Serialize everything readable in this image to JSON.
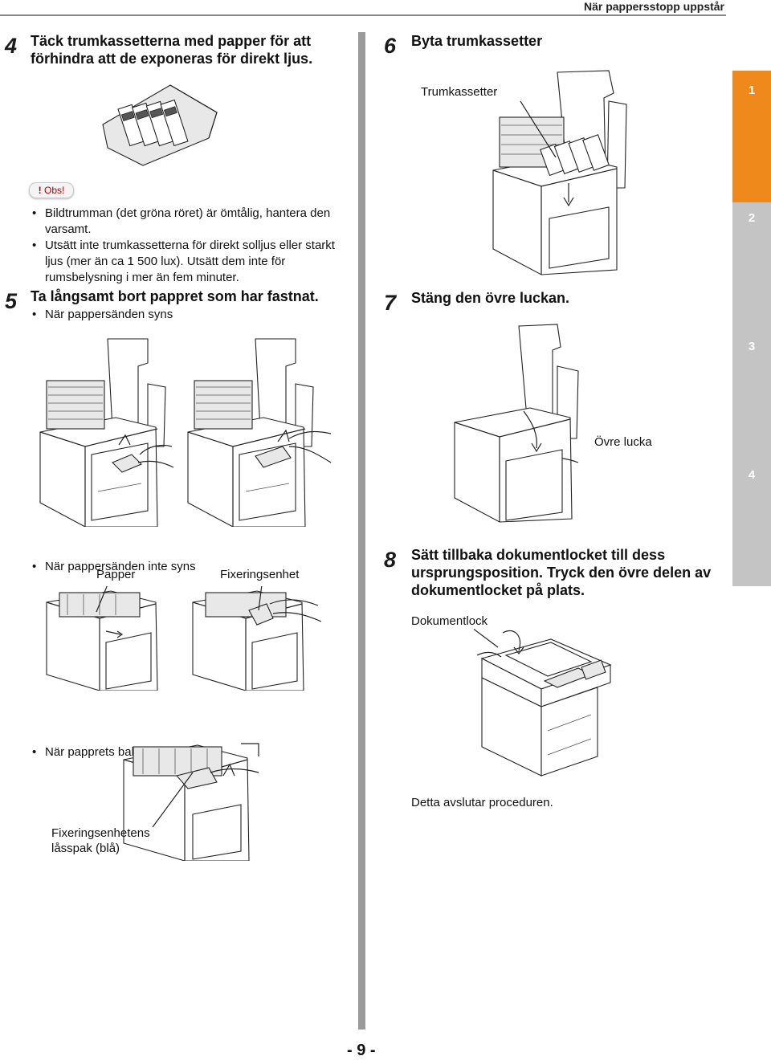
{
  "header": {
    "title": "När pappersstopp uppstår"
  },
  "page_number": "- 9 -",
  "side_tabs": [
    {
      "label": "1",
      "color": "#f0891b"
    },
    {
      "label": "2",
      "color": "#c4c4c4"
    },
    {
      "label": "3",
      "color": "#c4c4c4"
    },
    {
      "label": "4",
      "color": "#c4c4c4"
    }
  ],
  "step4": {
    "number": "4",
    "title_line1": "Täck trumkassetterna med papper för att",
    "title_line2": "förhindra att de exponeras för direkt ljus."
  },
  "obs": {
    "badge_mark": "!",
    "badge_text": "Obs!",
    "bullets": [
      "Bildtrumman (det gröna röret) är ömtålig, hantera den varsamt.",
      "Utsätt inte trumkassetterna för direkt solljus eller starkt ljus (mer än ca 1 500 lux). Utsätt dem inte för rumsbelysning i mer än fem minuter."
    ]
  },
  "step5": {
    "number": "5",
    "title": "Ta långsamt bort pappret som har fastnat.",
    "bullet_visible": "När pappersänden syns",
    "bullet_not_visible": "När pappersänden inte syns",
    "label_paper": "Papper",
    "label_fuser": "Fixeringsenhet",
    "bullet_rear": "När papprets bakre ände syns",
    "label_lever_line1": "Fixeringsenhetens",
    "label_lever_line2": "låsspak (blå)"
  },
  "step6": {
    "number": "6",
    "title": "Byta trumkassetter",
    "label": "Trumkassetter"
  },
  "step7": {
    "number": "7",
    "title": "Stäng den övre luckan.",
    "label": "Övre lucka"
  },
  "step8": {
    "number": "8",
    "title_line1": "Sätt tillbaka dokumentlocket till dess",
    "title_line2": "ursprungsposition. Tryck den övre delen av",
    "title_line3": "dokumentlocket på plats.",
    "label": "Dokumentlock",
    "done": "Detta avslutar proceduren."
  }
}
